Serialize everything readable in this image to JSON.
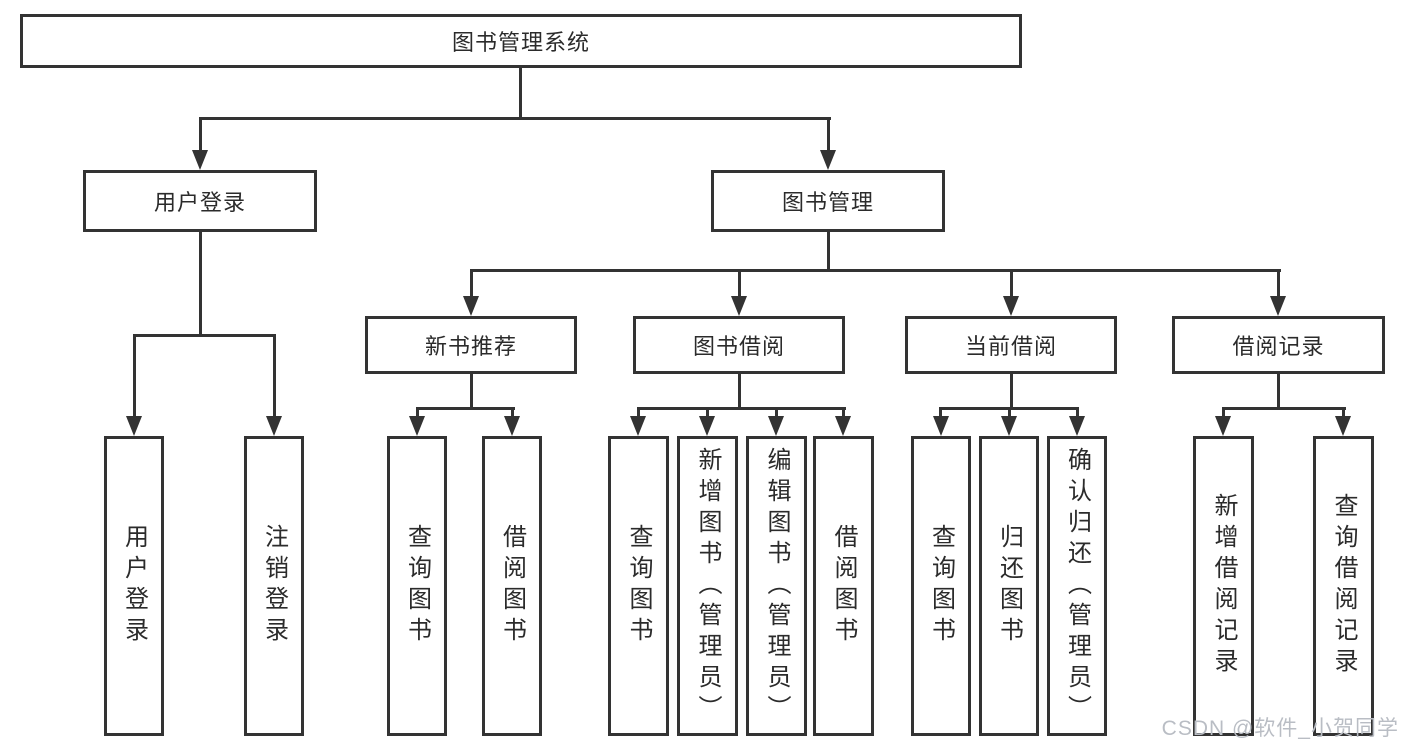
{
  "diagram": {
    "title": "图书管理系统",
    "root": {
      "label": "图书管理系统"
    },
    "branches": [
      {
        "label": "用户登录",
        "leaves": [
          {
            "label": "用户登录"
          },
          {
            "label": "注销登录"
          }
        ]
      },
      {
        "label": "图书管理",
        "groups": [
          {
            "label": "新书推荐",
            "leaves": [
              {
                "label": "查询图书"
              },
              {
                "label": "借阅图书"
              }
            ]
          },
          {
            "label": "图书借阅",
            "leaves": [
              {
                "label": "查询图书"
              },
              {
                "label": "新增图书（管理员）"
              },
              {
                "label": "编辑图书（管理员）"
              },
              {
                "label": "借阅图书"
              }
            ]
          },
          {
            "label": "当前借阅",
            "leaves": [
              {
                "label": "查询图书"
              },
              {
                "label": "归还图书"
              },
              {
                "label": "确认归还（管理员）"
              }
            ]
          },
          {
            "label": "借阅记录",
            "leaves": [
              {
                "label": "新增借阅记录"
              },
              {
                "label": "查询借阅记录"
              }
            ]
          }
        ]
      }
    ]
  },
  "watermark": {
    "text": "CSDN @软件_小贺同学"
  },
  "colors": {
    "line": "#333333",
    "text": "#2b2b2b",
    "box_bg": "#ffffff",
    "page_bg": "#ffffff",
    "watermark": "#b9bdc4"
  }
}
